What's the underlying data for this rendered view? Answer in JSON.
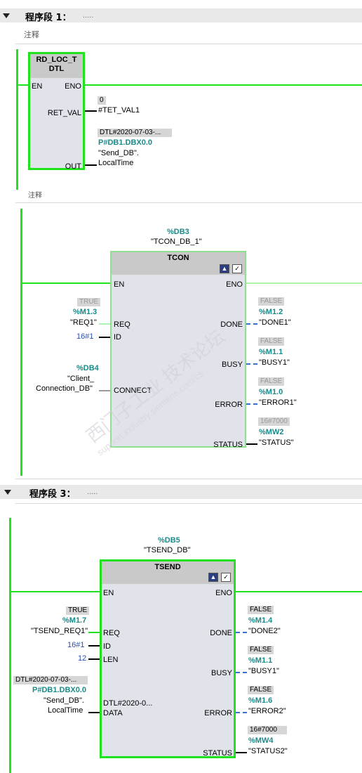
{
  "seg1": {
    "title": "程序段 1：",
    "dots": ".....",
    "comment1": "注释",
    "block": {
      "name": "RD_LOC_T",
      "type": "DTL",
      "en": "EN",
      "eno": "ENO",
      "ret_val_pin": "RET_VAL",
      "out_pin": "OUT",
      "ret_val_value": "0",
      "ret_val_tag": "#TET_VAL1",
      "out_value": "DTL#2020-07-03-...",
      "out_addr": "P#DB1.DBX0.0",
      "out_tag1": "\"Send_DB\".",
      "out_tag2": "LocalTime"
    },
    "comment2": "注释"
  },
  "seg2": {
    "db": "%DB3",
    "db_name": "\"TCON_DB_1\"",
    "block": "TCON",
    "en": "EN",
    "eno": "ENO",
    "req_pin": "REQ",
    "id_pin": "ID",
    "connect_pin": "CONNECT",
    "done_pin": "DONE",
    "busy_pin": "BUSY",
    "error_pin": "ERROR",
    "status_pin": "STATUS",
    "req_value": "TRUE",
    "req_addr": "%M1.3",
    "req_tag": "\"REQ1\"",
    "id_value": "16#1",
    "conn_db": "%DB4",
    "conn_tag1": "\"Client_",
    "conn_tag2": "Connection_DB\"",
    "done_value": "FALSE",
    "done_addr": "%M1.2",
    "done_tag": "\"DONE1\"",
    "busy_value": "FALSE",
    "busy_addr": "%M1.1",
    "busy_tag": "\"BUSY1\"",
    "error_value": "FALSE",
    "error_addr": "%M1.0",
    "error_tag": "\"ERROR1\"",
    "status_value": "16#7000",
    "status_addr": "%MW2",
    "status_tag": "\"STATUS\""
  },
  "seg3": {
    "title": "程序段 3：",
    "dots": ".....",
    "db": "%DB5",
    "db_name": "\"TSEND_DB\"",
    "block": "TSEND",
    "en": "EN",
    "eno": "ENO",
    "req_pin": "REQ",
    "id_pin": "ID",
    "len_pin": "LEN",
    "data_pin": "DATA",
    "done_pin": "DONE",
    "busy_pin": "BUSY",
    "error_pin": "ERROR",
    "status_pin": "STATUS",
    "req_value": "TRUE",
    "req_addr": "%M1.7",
    "req_tag": "\"TSEND_REQ1\"",
    "id_value": "16#1",
    "len_value": "12",
    "data_value": "DTL#2020-07-03-...",
    "data_addr": "P#DB1.DBX0.0",
    "data_tag1": "\"Send_DB\".",
    "data_tag2": "LocalTime",
    "data_inner": "DTL#2020-0...",
    "done_value": "FALSE",
    "done_addr": "%M1.4",
    "done_tag": "\"DONE2\"",
    "busy_value": "FALSE",
    "busy_addr": "%M1.1",
    "busy_tag": "\"BUSY1\"",
    "error_value": "FALSE",
    "error_addr": "%M1.6",
    "error_tag": "\"ERROR2\"",
    "status_value": "16#7000",
    "status_addr": "%MW4",
    "status_tag": "\"STATUS2\""
  },
  "watermark": {
    "line1": "西门子工业  技术论坛",
    "line2": "support.industry.siemens.com/cs"
  },
  "colors": {
    "rail": "#1ee31e",
    "teal": "#1a8a8a",
    "block_bg": "#e1e3ea"
  }
}
